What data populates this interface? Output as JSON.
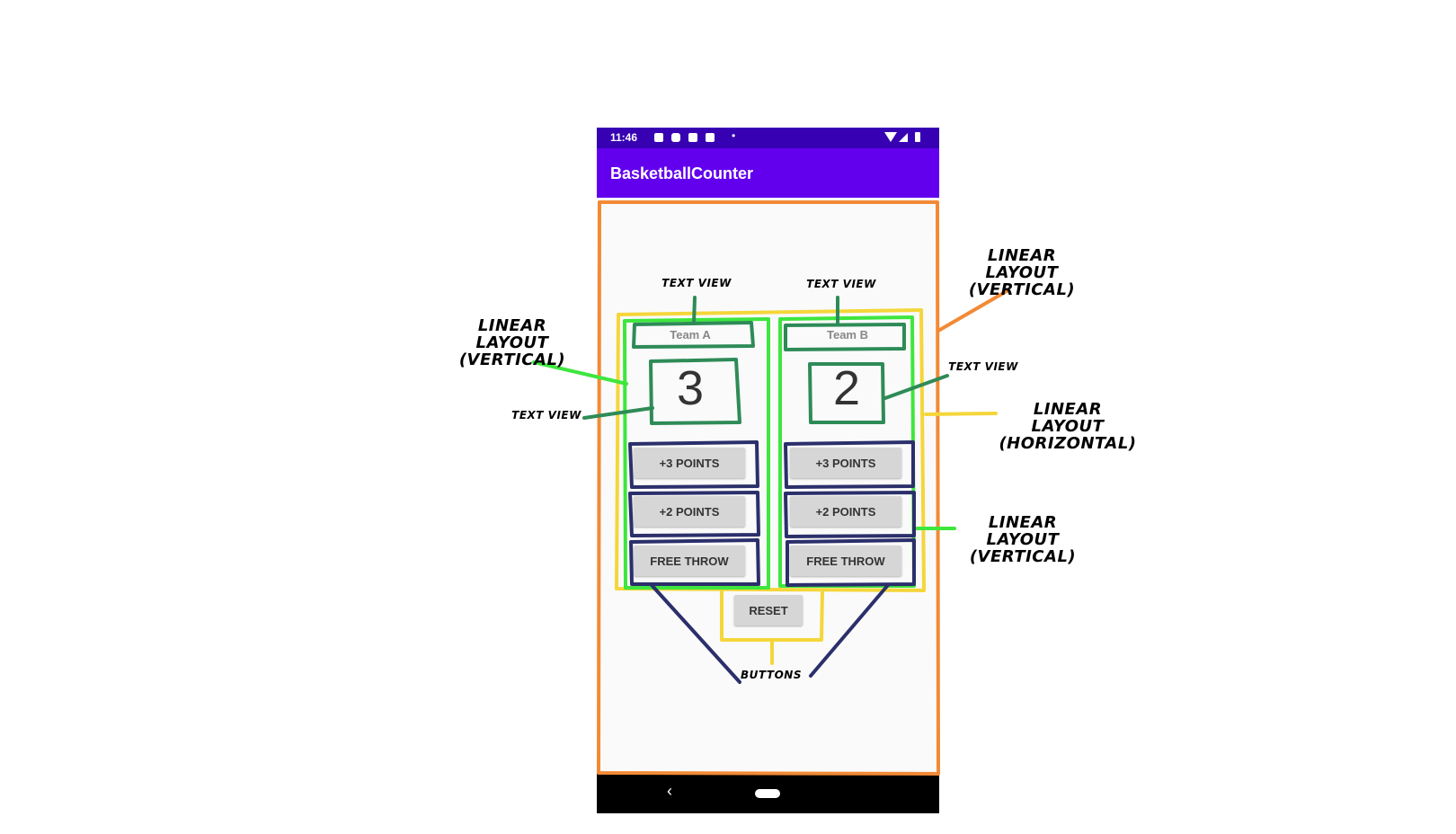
{
  "status_bar": {
    "time": "11:46",
    "dot": "•"
  },
  "app_bar": {
    "title": "BasketballCounter"
  },
  "team_a": {
    "name": "Team A",
    "score": "3"
  },
  "team_b": {
    "name": "Team B",
    "score": "2"
  },
  "buttons": {
    "plus3": "+3 POINTS",
    "plus2": "+2 POINTS",
    "free_throw": "FREE THROW",
    "reset": "RESET"
  },
  "nav_bar": {
    "back": "‹"
  },
  "annotations": {
    "text_view": "TEXT VIEW",
    "linear_layout": "LINEAR LAYOUT",
    "vertical": "(VERTICAL)",
    "horizontal": "(HORIZONTAL)",
    "buttons": "BUTTONS"
  },
  "colors": {
    "orange": "#f28a35",
    "yellow": "#f5d63a",
    "green": "#3ee63e",
    "dark_green": "#2e8b57",
    "navy": "#2b2f6b",
    "status_bar": "#3700b3",
    "app_bar": "#6200ee"
  }
}
